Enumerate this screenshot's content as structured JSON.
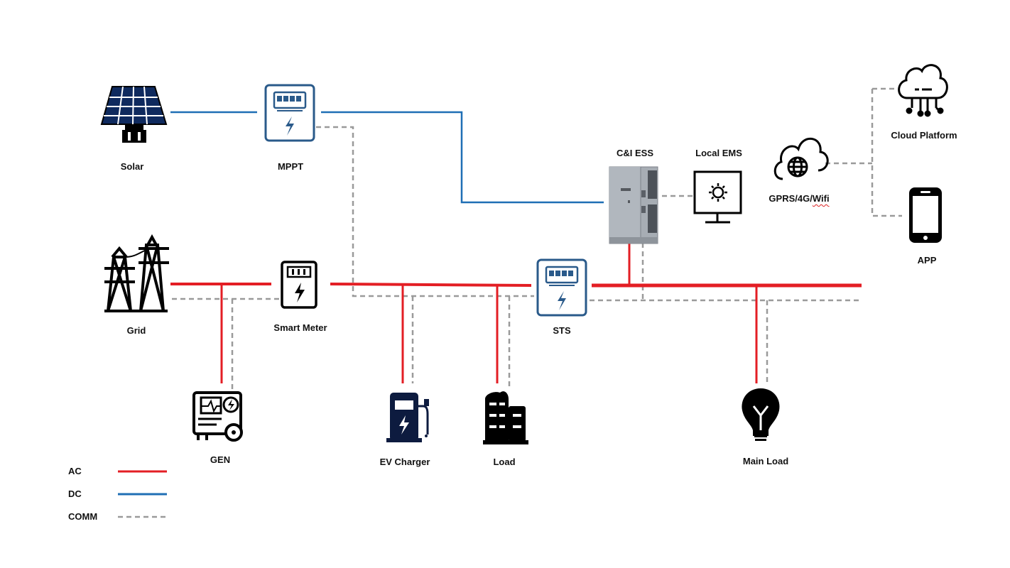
{
  "nodes": {
    "solar": "Solar",
    "mppt": "MPPT",
    "ci_ess": "C&I ESS",
    "local_ems": "Local EMS",
    "gprs": "GPRS/4G/",
    "gprs_wifi": "Wifi",
    "cloud": "Cloud Platform",
    "app": "APP",
    "grid": "Grid",
    "smart_meter": "Smart Meter",
    "sts": "STS",
    "gen": "GEN",
    "ev_charger": "EV Charger",
    "load": "Load",
    "main_load": "Main Load"
  },
  "legend": {
    "items": [
      {
        "label": "AC",
        "color": "#e31e24",
        "style": "solid"
      },
      {
        "label": "DC",
        "color": "#1f6fb5",
        "style": "solid"
      },
      {
        "label": "COMM",
        "color": "#9a9a9a",
        "style": "dashed"
      }
    ]
  },
  "colors": {
    "ac": "#e31e24",
    "dc": "#1f6fb5",
    "comm": "#9a9a9a",
    "meter_blue": "#2a5a8a",
    "ess_gray": "#a7adb4"
  }
}
